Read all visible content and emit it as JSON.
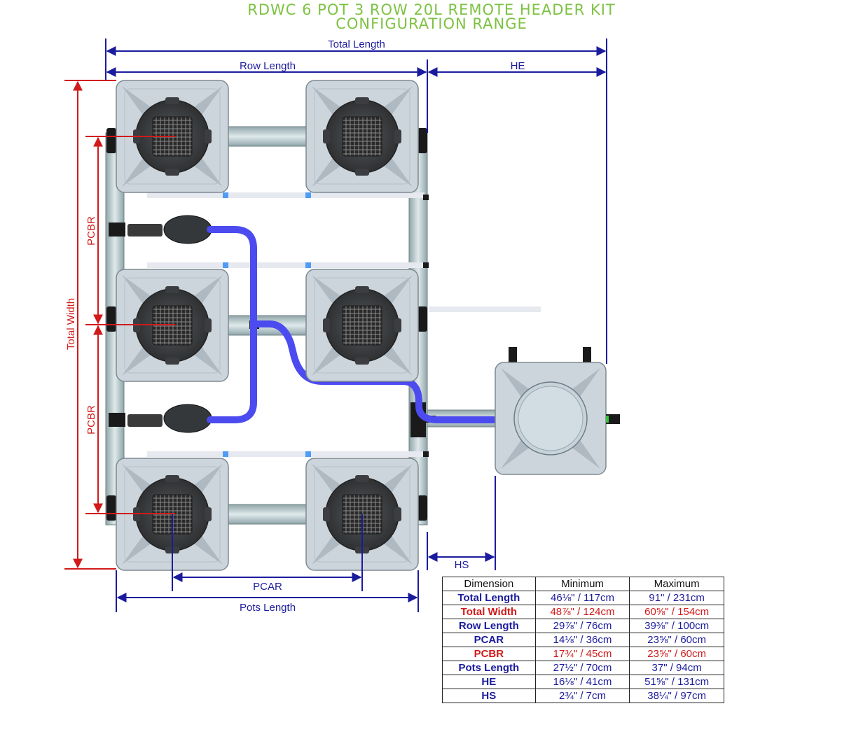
{
  "header": {
    "title_line1": "RDWC 6 POT 3 ROW 20L REMOTE HEADER KIT",
    "title_line2": "CONFIGURATION RANGE"
  },
  "labels": {
    "total_length": "Total Length",
    "row_length": "Row Length",
    "he": "HE",
    "total_width": "Total Width",
    "pcbr": "PCBR",
    "pcar": "PCAR",
    "pots_length": "Pots Length",
    "hs": "HS"
  },
  "colors": {
    "title_green": "#7dc242",
    "dimension_blue": "#1b1b9e",
    "dimension_red": "#d11a1a",
    "pot_grey": "#cdd5dc",
    "hose_blue": "#4b4bf0"
  },
  "table": {
    "headers": [
      "Dimension",
      "Minimum",
      "Maximum"
    ],
    "rows": [
      {
        "name": "Total Length",
        "min": "46⅛\" / 117cm",
        "max": "91\" / 231cm",
        "color": "blue"
      },
      {
        "name": "Total Width",
        "min": "48⅞\" / 124cm",
        "max": "60⅝\" / 154cm",
        "color": "red"
      },
      {
        "name": "Row Length",
        "min": "29⅞\" / 76cm",
        "max": "39⅜\" / 100cm",
        "color": "blue"
      },
      {
        "name": "PCAR",
        "min": "14⅛\" / 36cm",
        "max": "23⅝\" / 60cm",
        "color": "blue"
      },
      {
        "name": "PCBR",
        "min": "17¾\" / 45cm",
        "max": "23⅝\" / 60cm",
        "color": "red"
      },
      {
        "name": "Pots Length",
        "min": "27½\" / 70cm",
        "max": "37\" / 94cm",
        "color": "blue"
      },
      {
        "name": "HE",
        "min": "16⅛\" / 41cm",
        "max": "51⅝\" / 131cm",
        "color": "blue"
      },
      {
        "name": "HS",
        "min": "2¾\" / 7cm",
        "max": "38¼\" / 97cm",
        "color": "blue"
      }
    ]
  }
}
